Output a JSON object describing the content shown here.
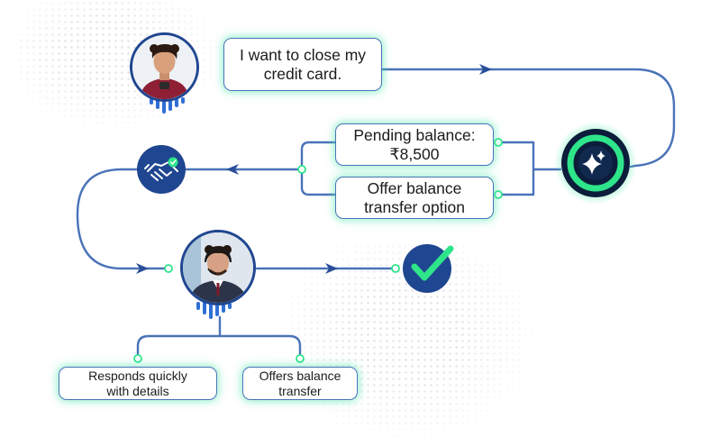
{
  "diagram": {
    "customer_message": "I want to close my\ncredit card.",
    "ai_outputs": [
      "Pending balance:\n₹8,500",
      "Offer balance\ntransfer option"
    ],
    "agent_outcomes": [
      "Responds quickly\nwith details",
      "Offers balance\ntransfer"
    ]
  },
  "colors": {
    "line": "#4a73b8",
    "node_navy": "#1f4690",
    "accent_green": "#2ee58a",
    "bot_dark": "#0c1d3b",
    "text": "#1b1b1b"
  },
  "icons": {
    "customer": "customer-avatar",
    "agent": "agent-avatar",
    "ai_bot": "sparkle-ai-icon",
    "handshake": "handshake-icon",
    "success": "check-icon",
    "voice": "voice-waveform-icon"
  }
}
